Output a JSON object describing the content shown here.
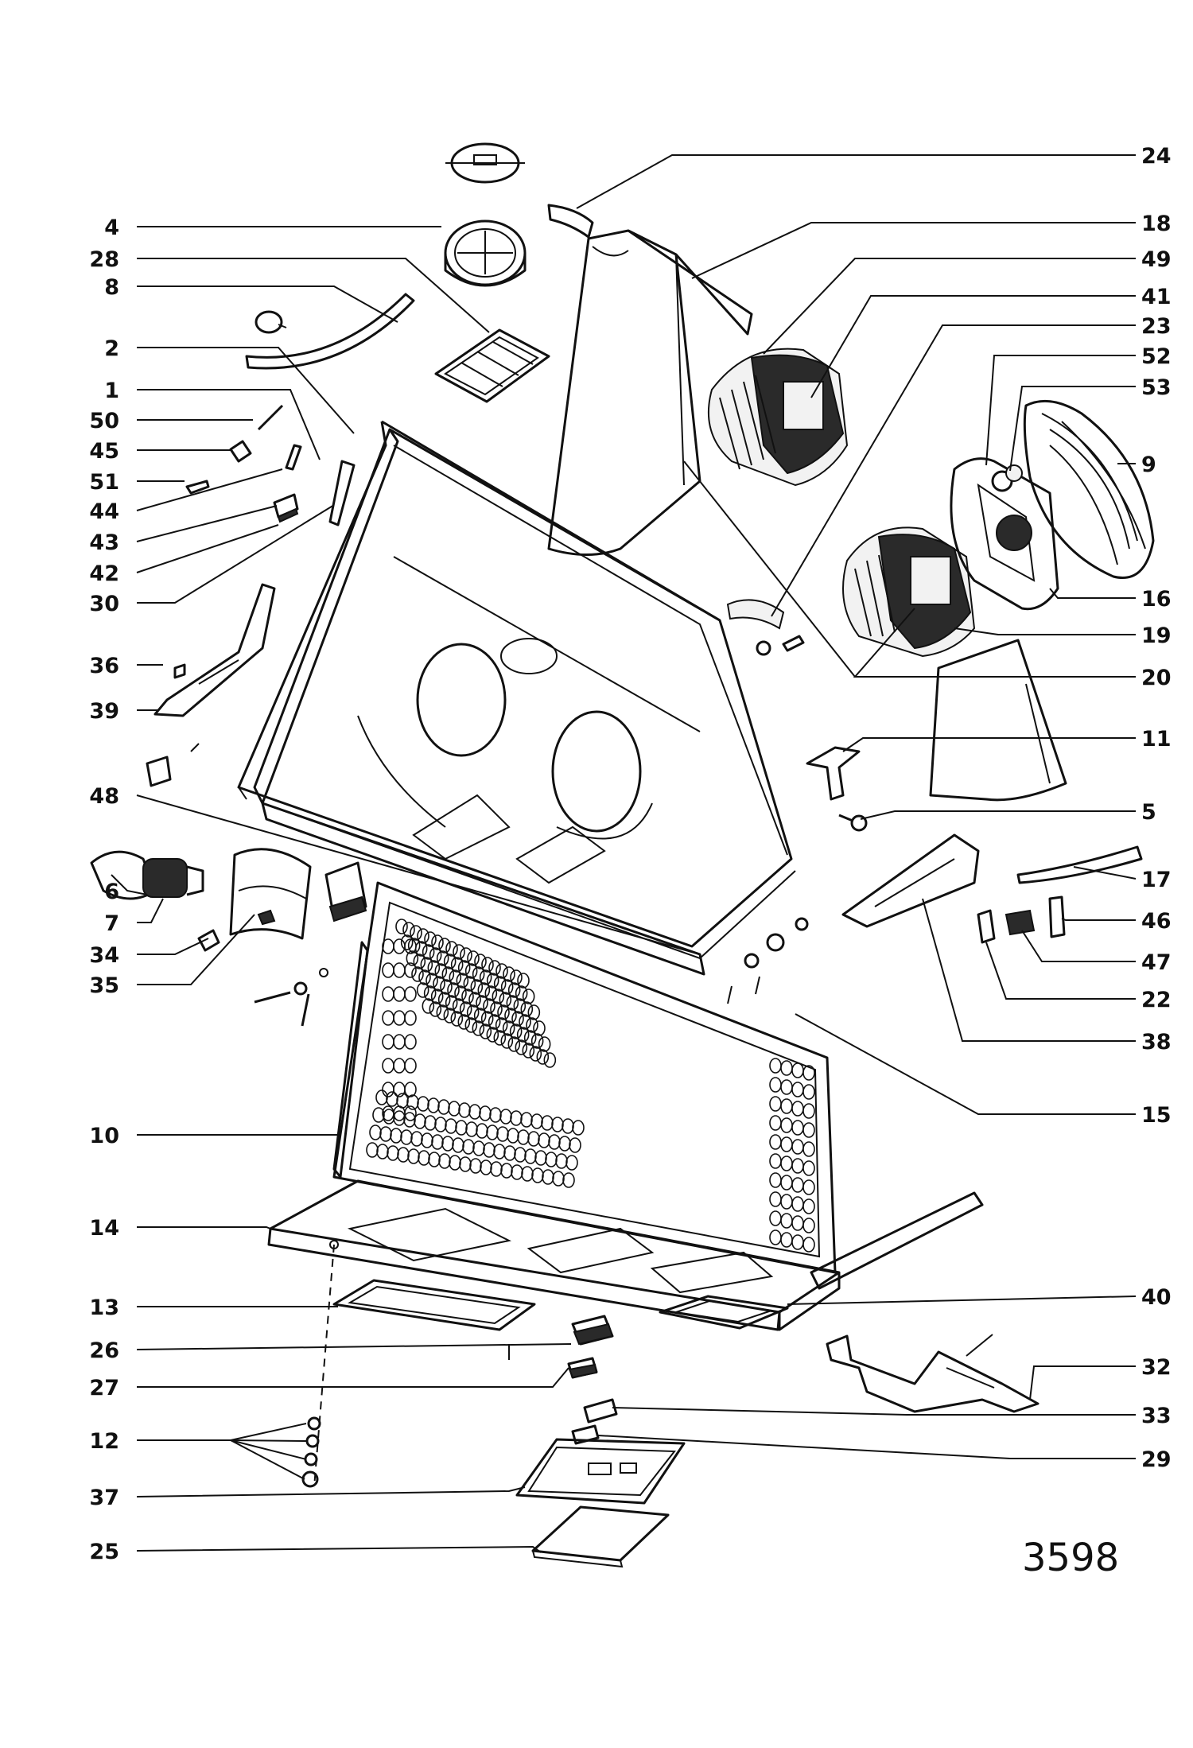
{
  "figure": {
    "drawing_number": "3598"
  },
  "callouts_left": [
    "4",
    "28",
    "8",
    "2",
    "1",
    "50",
    "45",
    "51",
    "44",
    "43",
    "42",
    "30",
    "36",
    "39",
    "48",
    "6",
    "7",
    "34",
    "35",
    "10",
    "14",
    "13",
    "26",
    "27",
    "12",
    "37",
    "25"
  ],
  "callouts_right": [
    "24",
    "18",
    "49",
    "41",
    "23",
    "52",
    "53",
    "9",
    "16",
    "19",
    "20",
    "11",
    "5",
    "17",
    "46",
    "47",
    "22",
    "38",
    "15",
    "40",
    "32",
    "33",
    "29"
  ]
}
